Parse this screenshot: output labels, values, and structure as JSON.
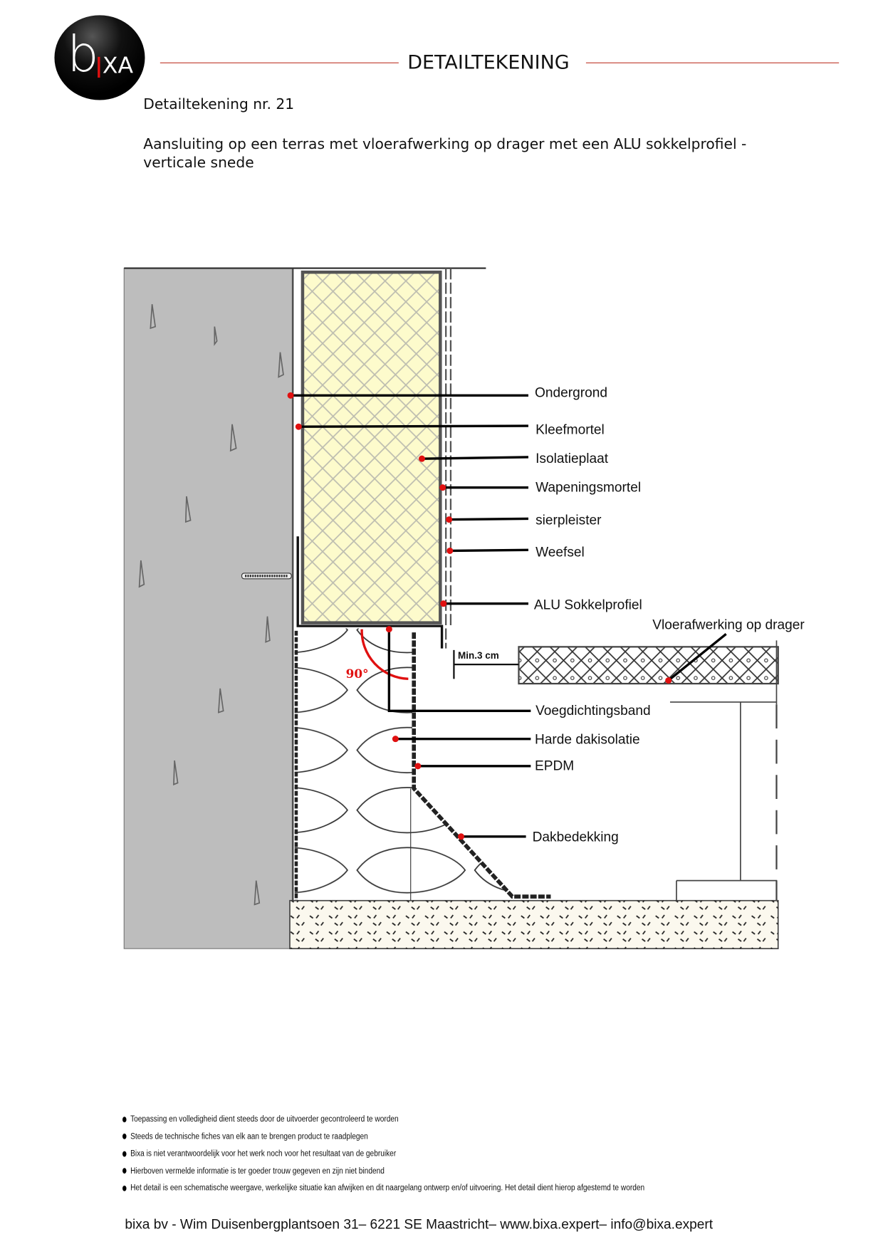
{
  "header": {
    "logo_text": "bixa",
    "title": "DETAILTEKENING",
    "drawing_number": "Detailtekening nr. 21",
    "description": "Aansluiting op een terras met vloerafwerking op drager met een ALU sokkelprofiel - verticale snede"
  },
  "drawing": {
    "labels": {
      "ondergrond": "Ondergrond",
      "kleefmortel": "Kleefmortel",
      "isolatieplaat": "Isolatieplaat",
      "wapeningsmortel": "Wapeningsmortel",
      "sierpleister": "sierpleister",
      "weefsel": "Weefsel",
      "alu": "ALU Sokkelprofiel",
      "vloer": "Vloerafwerking op drager",
      "voeg": "Voegdichtingsband",
      "harde": "Harde dakisolatie",
      "epdm": "EPDM",
      "dak": "Dakbedekking"
    },
    "dimension": "Min.3 cm",
    "angle": "90°",
    "colors": {
      "leader_dot": "#e01010",
      "concrete": "#bdbdbd",
      "insulation": "#fdfbcc"
    }
  },
  "notes": [
    "Toepassing en volledigheid dient steeds door de uitvoerder gecontroleerd te worden",
    "Steeds de technische fiches van elk  aan te brengen product te raadplegen",
    "Bixa is niet verantwoordelijk voor  het werk noch voor het resultaat van de gebruiker",
    "Hierboven  vermelde informatie is ter goeder trouw gegeven  en zijn niet bindend",
    "Het detail is een schematische weergave, werkelijke situatie kan afwijken en dit naargelang ontwerp en/of uitvoering. Het detail dient hierop afgestemd te worden"
  ],
  "footer": "bixa bv - Wim Duisenbergplantsoen 31– 6221 SE Maastricht– www.bixa.expert– info@bixa.expert"
}
